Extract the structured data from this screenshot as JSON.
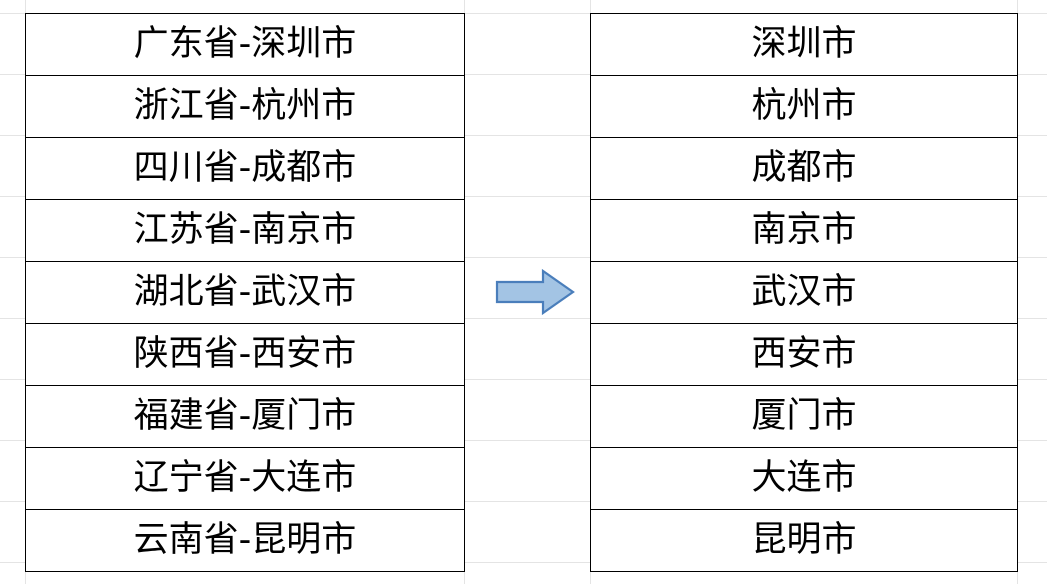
{
  "document": {
    "type": "spreadsheet-illustration",
    "description": "Excel worksheet showing province-city strings on the left and extracted city names on the right"
  },
  "source_table": {
    "name": "province-city-column",
    "rows": [
      {
        "value": "广东省-深圳市"
      },
      {
        "value": "浙江省-杭州市"
      },
      {
        "value": "四川省-成都市"
      },
      {
        "value": "江苏省-南京市"
      },
      {
        "value": "湖北省-武汉市"
      },
      {
        "value": "陕西省-西安市"
      },
      {
        "value": "福建省-厦门市"
      },
      {
        "value": "辽宁省-大连市"
      },
      {
        "value": "云南省-昆明市"
      }
    ]
  },
  "result_table": {
    "name": "city-column",
    "rows": [
      {
        "value": "深圳市"
      },
      {
        "value": "杭州市"
      },
      {
        "value": "成都市"
      },
      {
        "value": "南京市"
      },
      {
        "value": "武汉市"
      },
      {
        "value": "西安市"
      },
      {
        "value": "厦门市"
      },
      {
        "value": "大连市"
      },
      {
        "value": "昆明市"
      }
    ]
  },
  "arrow": {
    "name": "right-arrow-icon",
    "direction": "right",
    "fill_color": "#A3C4E4",
    "border_color": "#4A7EBB"
  },
  "colors": {
    "cell_border": "#000000",
    "sheet_gridline": "#E4E4E4",
    "text": "#000000",
    "background": "#FFFFFF"
  }
}
